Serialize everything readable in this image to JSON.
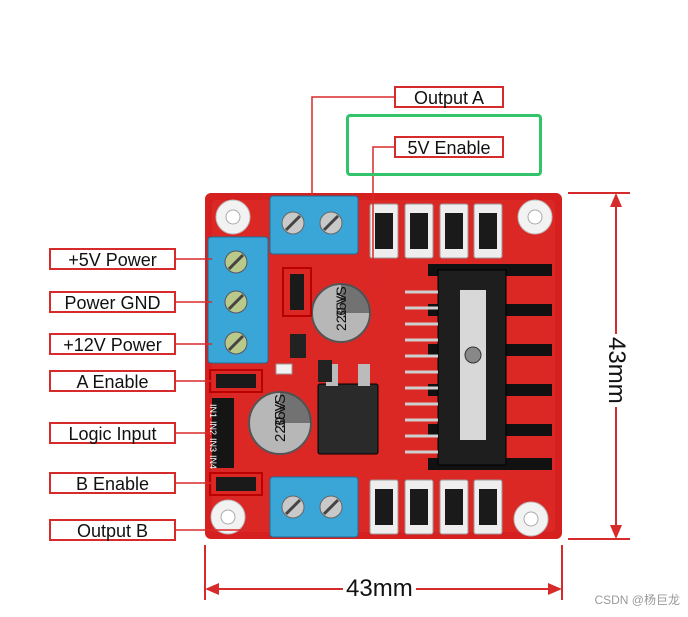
{
  "labels": {
    "output_a": "Output A",
    "five_v_enable": "5V Enable",
    "plus5v_power": "+5V Power",
    "power_gnd": "Power GND",
    "plus12v_power": "+12V Power",
    "a_enable": "A Enable",
    "logic_input": "Logic Input",
    "b_enable": "B Enable",
    "output_b": "Output B"
  },
  "dimensions": {
    "width": "43mm",
    "height": "43mm"
  },
  "capacitor_text": {
    "line1": "220",
    "line2": "35V",
    "line3": "VS"
  },
  "pin_labels": {
    "in1": "IN1",
    "in2": "IN2",
    "in3": "IN3",
    "in4": "IN4"
  },
  "watermark": "CSDN @杨巨龙",
  "colors": {
    "board": "#d61f1f",
    "label_border": "#d72a2a",
    "highlight": "#33c46b",
    "terminal": "#3aa6d8",
    "heatsink": "#111111"
  }
}
